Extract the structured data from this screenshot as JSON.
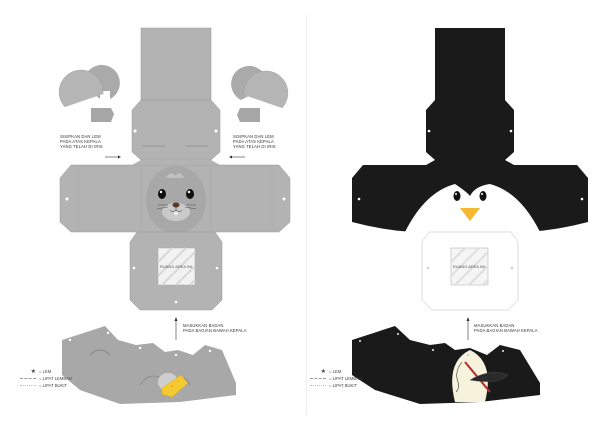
{
  "left_sheet": {
    "character": "seal",
    "body_color": "#b3b3b3",
    "ear_instruction": "SISIPKAN DAN LEM PADA ATAS KEPALA YANG TELAH DI IRIS",
    "ear_instruction_right": "SISIPKAN DAN LEM PADA ATAS KEPALA YANG TELAH DI IRIS",
    "area_label": "RUANG AREA INI",
    "body_instruction_line1": "MASUKKAN BADAN",
    "body_instruction_line2": "PADA BAGIAN BAWAH KEPALA",
    "legend": {
      "glue": "= LEM",
      "valley": "= LIPAT LEMBAH",
      "mountain": "= LIPAT BUKIT"
    }
  },
  "right_sheet": {
    "character": "penguin",
    "body_color": "#1a1a1a",
    "beak_color": "#f5b82e",
    "area_label": "RUANG AREA INI",
    "body_instruction_line1": "MASUKKAN BADAN",
    "body_instruction_line2": "PADA BAGIAN BAWAH KEPALA",
    "legend": {
      "glue": "= LEM",
      "valley": "= LIPAT LEMBAH",
      "mountain": "= LIPAT BUKIT"
    }
  }
}
